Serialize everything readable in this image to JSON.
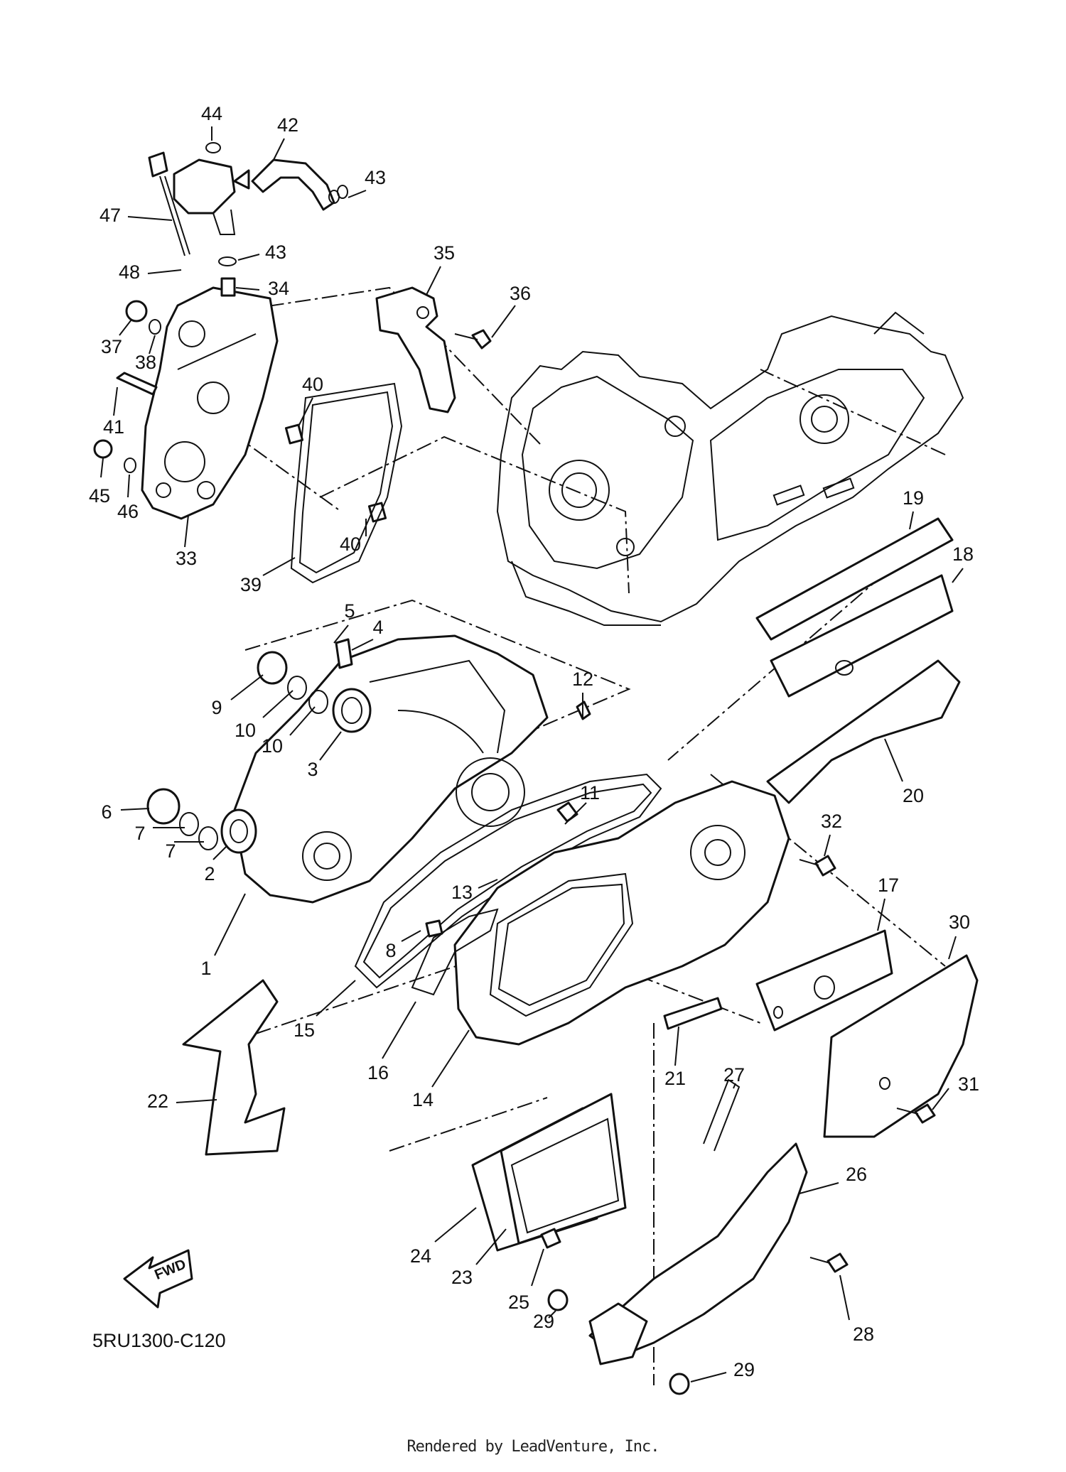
{
  "diagram": {
    "reference_code": "5RU1300-C120",
    "credit": "Rendered by LeadVenture, Inc.",
    "fwd_label": "FWD",
    "callouts": [
      {
        "id": "44",
        "text": "44"
      },
      {
        "id": "42",
        "text": "42"
      },
      {
        "id": "43a",
        "text": "43"
      },
      {
        "id": "47",
        "text": "47"
      },
      {
        "id": "43b",
        "text": "43"
      },
      {
        "id": "35",
        "text": "35"
      },
      {
        "id": "48",
        "text": "48"
      },
      {
        "id": "34",
        "text": "34"
      },
      {
        "id": "36",
        "text": "36"
      },
      {
        "id": "37",
        "text": "37"
      },
      {
        "id": "38",
        "text": "38"
      },
      {
        "id": "40a",
        "text": "40"
      },
      {
        "id": "41",
        "text": "41"
      },
      {
        "id": "45",
        "text": "45"
      },
      {
        "id": "46",
        "text": "46"
      },
      {
        "id": "33",
        "text": "33"
      },
      {
        "id": "39",
        "text": "39"
      },
      {
        "id": "40b",
        "text": "40"
      },
      {
        "id": "19",
        "text": "19"
      },
      {
        "id": "18",
        "text": "18"
      },
      {
        "id": "5",
        "text": "5"
      },
      {
        "id": "4",
        "text": "4"
      },
      {
        "id": "12",
        "text": "12"
      },
      {
        "id": "9",
        "text": "9"
      },
      {
        "id": "10a",
        "text": "10"
      },
      {
        "id": "10b",
        "text": "10"
      },
      {
        "id": "3",
        "text": "3"
      },
      {
        "id": "20",
        "text": "20"
      },
      {
        "id": "11",
        "text": "11"
      },
      {
        "id": "6",
        "text": "6"
      },
      {
        "id": "7a",
        "text": "7"
      },
      {
        "id": "7b",
        "text": "7"
      },
      {
        "id": "2",
        "text": "2"
      },
      {
        "id": "32",
        "text": "32"
      },
      {
        "id": "13",
        "text": "13"
      },
      {
        "id": "17",
        "text": "17"
      },
      {
        "id": "30",
        "text": "30"
      },
      {
        "id": "8",
        "text": "8"
      },
      {
        "id": "1",
        "text": "1"
      },
      {
        "id": "15",
        "text": "15"
      },
      {
        "id": "16",
        "text": "16"
      },
      {
        "id": "14",
        "text": "14"
      },
      {
        "id": "21",
        "text": "21"
      },
      {
        "id": "27",
        "text": "27"
      },
      {
        "id": "31",
        "text": "31"
      },
      {
        "id": "22",
        "text": "22"
      },
      {
        "id": "26",
        "text": "26"
      },
      {
        "id": "24",
        "text": "24"
      },
      {
        "id": "23",
        "text": "23"
      },
      {
        "id": "25",
        "text": "25"
      },
      {
        "id": "29a",
        "text": "29"
      },
      {
        "id": "28",
        "text": "28"
      },
      {
        "id": "29b",
        "text": "29"
      }
    ]
  }
}
